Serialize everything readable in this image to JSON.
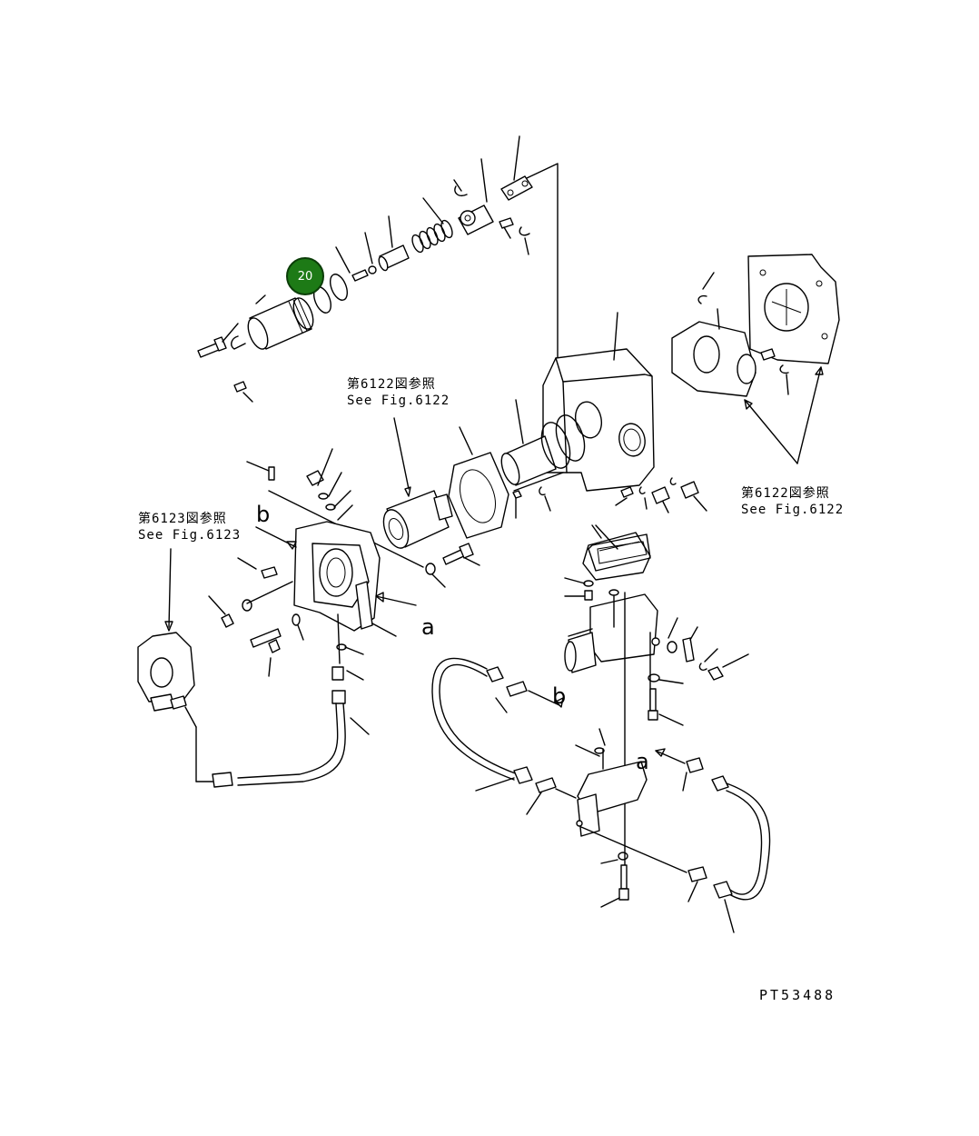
{
  "references": [
    {
      "jp": "第6122図参照",
      "en": "See Fig.6122"
    },
    {
      "jp": "第6123図参照",
      "en": "See Fig.6123"
    },
    {
      "jp": "第6122図参照",
      "en": "See Fig.6122"
    }
  ],
  "view_letters": [
    "a",
    "a",
    "b",
    "b"
  ],
  "callouts": [
    {
      "label": "20"
    }
  ],
  "drawing_code": "PT53488",
  "colors": {
    "line": "#000000",
    "callout_fill": "#1d7a16",
    "background": "#ffffff"
  }
}
